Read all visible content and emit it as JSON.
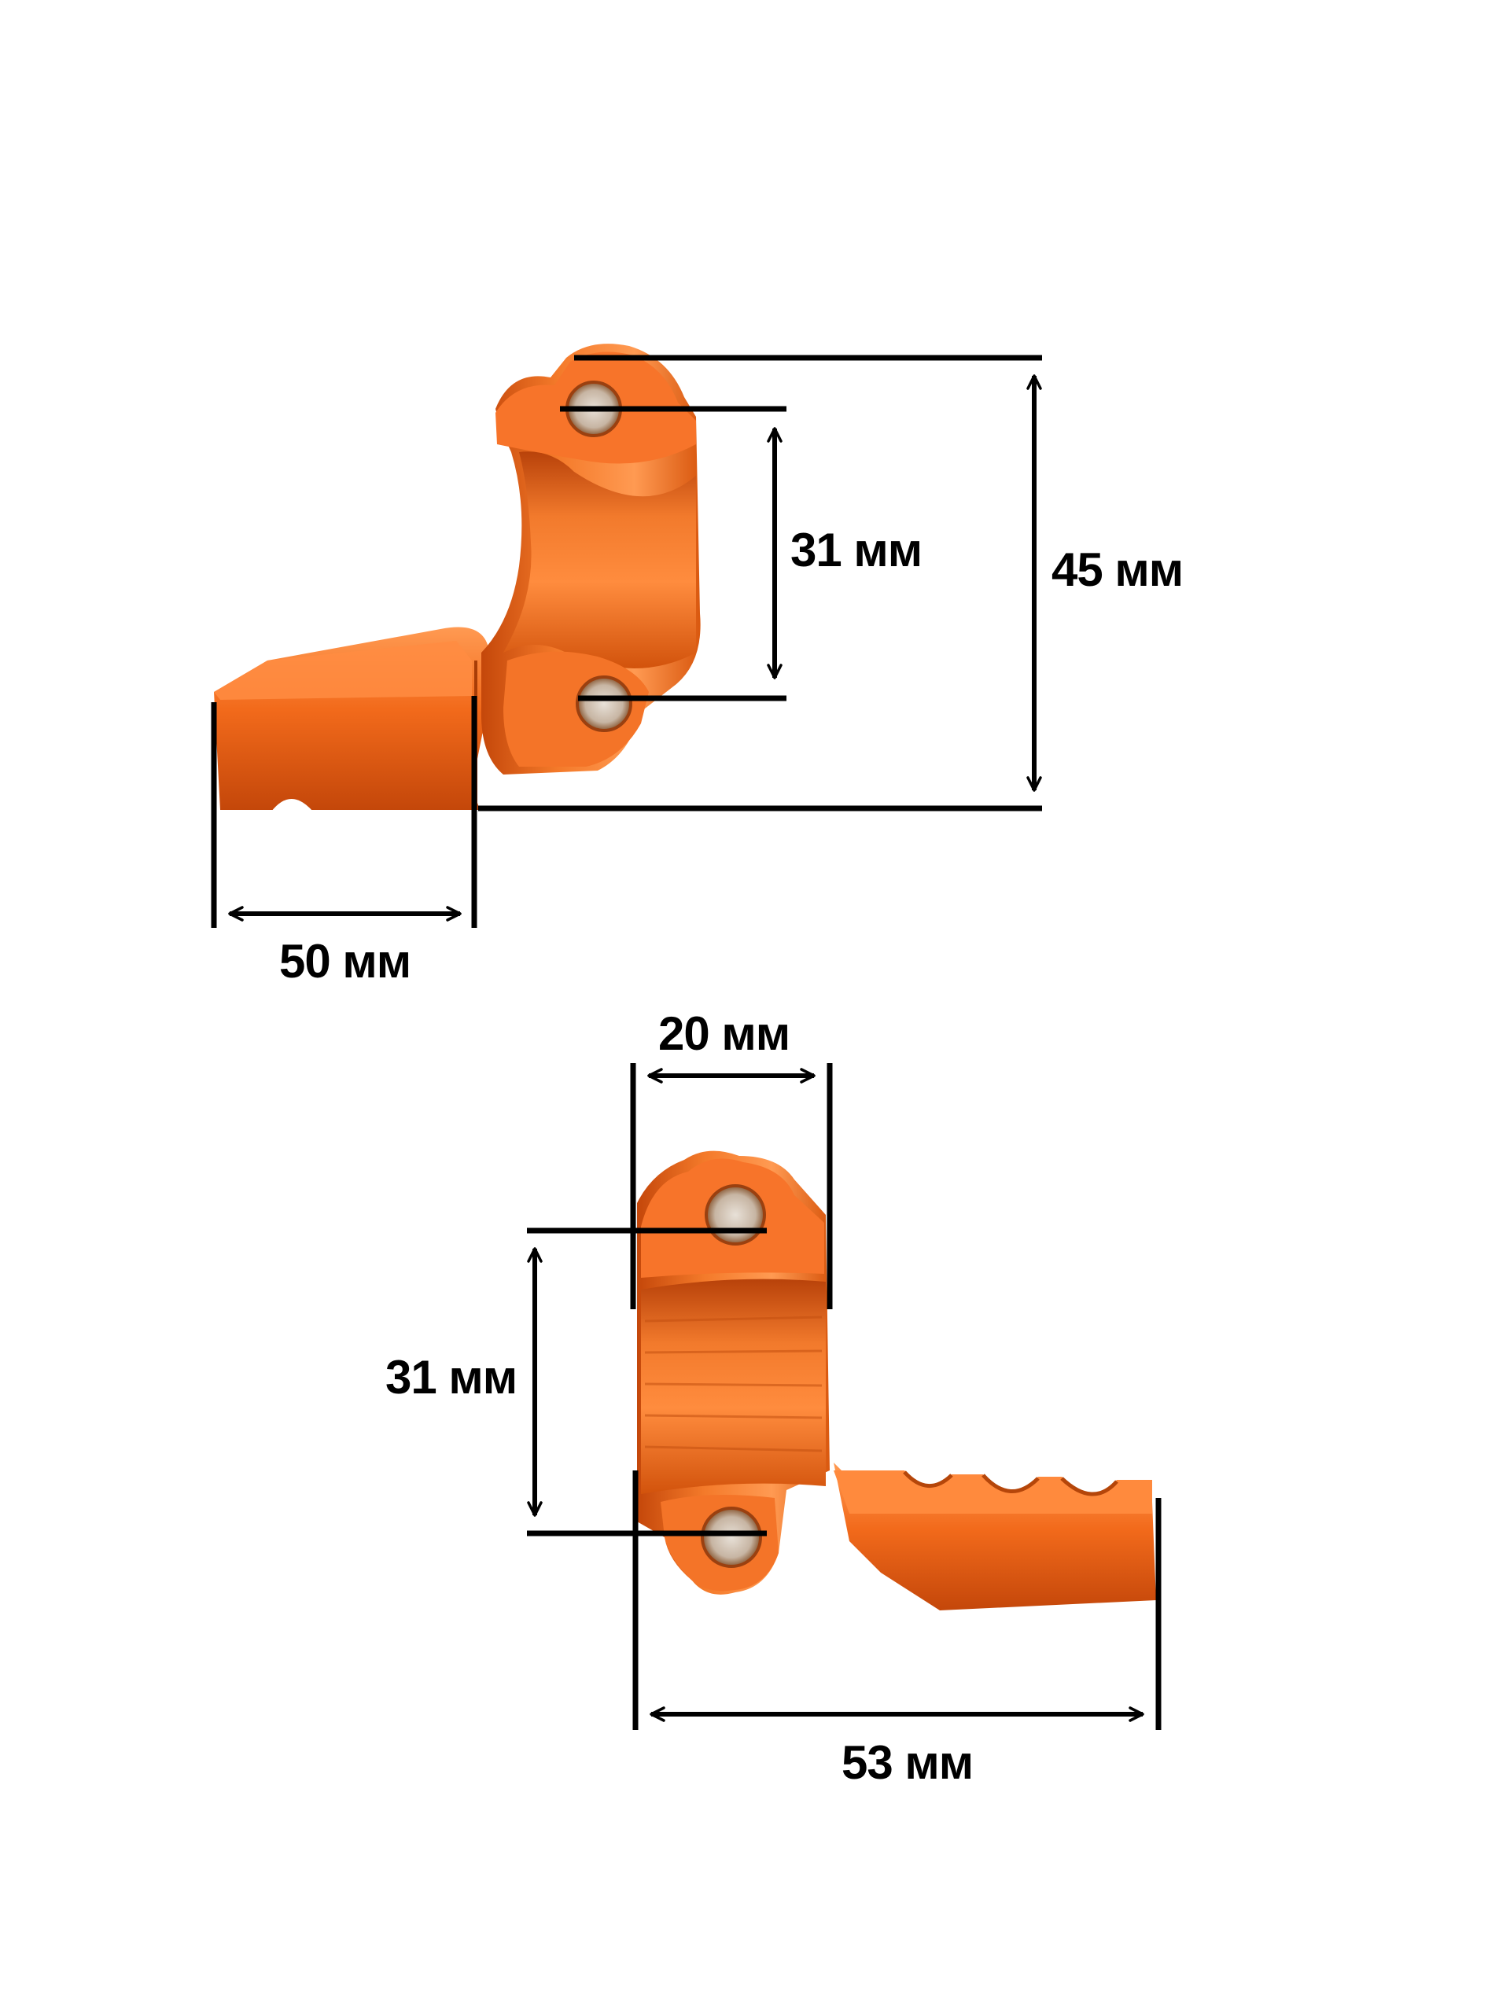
{
  "colors": {
    "background": "#ffffff",
    "part_orange": "#f26a1b",
    "part_orange_dark": "#c4470a",
    "part_orange_light": "#ff9a52",
    "dimension_line": "#000000"
  },
  "views": {
    "top": {
      "part_name": "clamp-bracket-side-view",
      "dimensions": {
        "inner_height": "31 мм",
        "total_height": "45 мм",
        "arm_length": "50 мм"
      }
    },
    "bottom": {
      "part_name": "clamp-bracket-front-view",
      "dimensions": {
        "width": "20 мм",
        "hole_spacing": "31 мм",
        "total_length": "53 мм"
      }
    }
  }
}
